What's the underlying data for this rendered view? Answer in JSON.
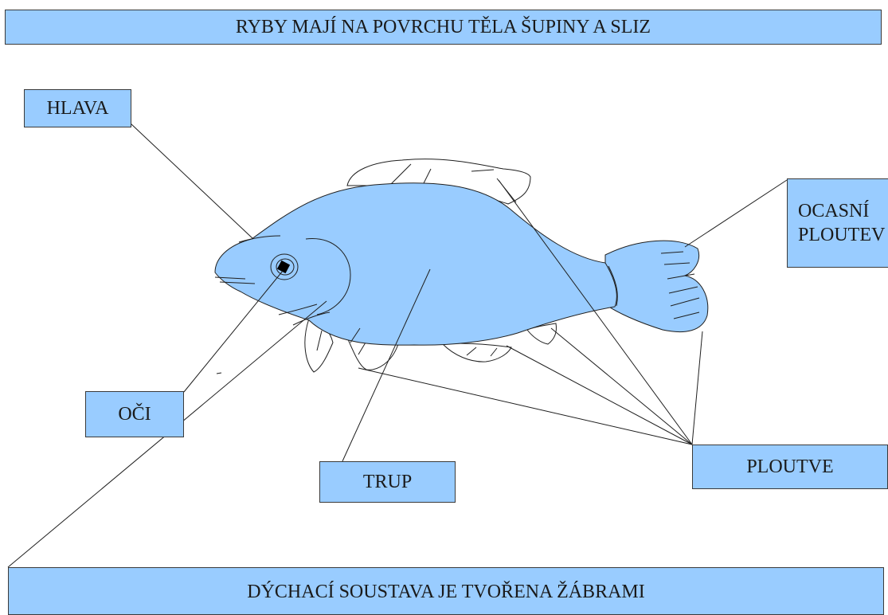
{
  "diagram": {
    "title": "RYBY MAJÍ NA POVRCHU TĚLA ŠUPINY A SLIZ",
    "labels": {
      "head": "HLAVA",
      "eyes": "OČI",
      "trunk": "TRUP",
      "fins": "PLOUTVE",
      "tail_fin_line1": "OCASNÍ",
      "tail_fin_line2": "PLOUTEV"
    },
    "footer": "DÝCHACÍ SOUSTAVA JE TVOŘENA ŽÁBRAMI"
  },
  "colors": {
    "box_fill": "#99ccff",
    "fish_body": "#99ccff",
    "outline": "#1f1f1f",
    "eye": "#000000"
  }
}
